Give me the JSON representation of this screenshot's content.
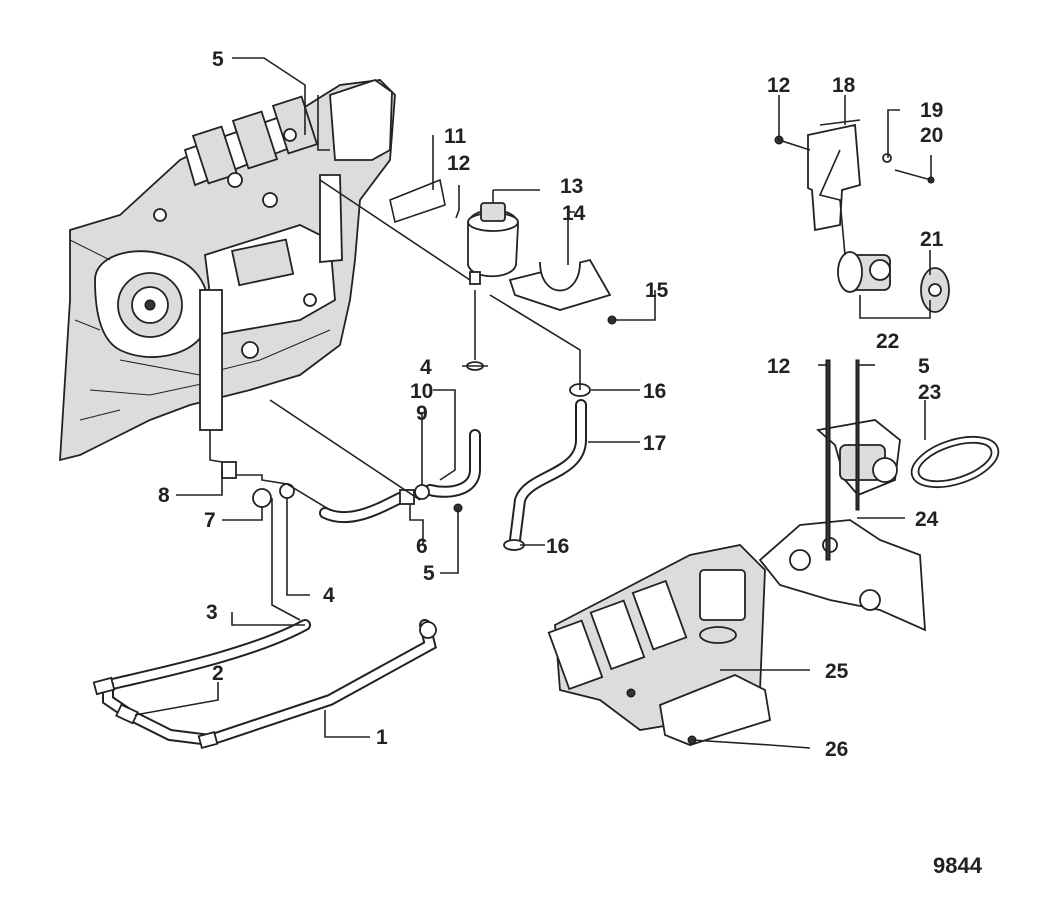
{
  "figure_number": "9844",
  "callouts": [
    {
      "id": "c5a",
      "text": "5"
    },
    {
      "id": "c11",
      "text": "11"
    },
    {
      "id": "c12a",
      "text": "12"
    },
    {
      "id": "c13",
      "text": "13"
    },
    {
      "id": "c14",
      "text": "14"
    },
    {
      "id": "c15",
      "text": "15"
    },
    {
      "id": "c4a",
      "text": "4"
    },
    {
      "id": "c10",
      "text": "10"
    },
    {
      "id": "c9",
      "text": "9"
    },
    {
      "id": "c16a",
      "text": "16"
    },
    {
      "id": "c17",
      "text": "17"
    },
    {
      "id": "c8",
      "text": "8"
    },
    {
      "id": "c7",
      "text": "7"
    },
    {
      "id": "c6",
      "text": "6"
    },
    {
      "id": "c5b",
      "text": "5"
    },
    {
      "id": "c16b",
      "text": "16"
    },
    {
      "id": "c4b",
      "text": "4"
    },
    {
      "id": "c3",
      "text": "3"
    },
    {
      "id": "c2",
      "text": "2"
    },
    {
      "id": "c1",
      "text": "1"
    },
    {
      "id": "c12b",
      "text": "12"
    },
    {
      "id": "c18",
      "text": "18"
    },
    {
      "id": "c19",
      "text": "19"
    },
    {
      "id": "c20",
      "text": "20"
    },
    {
      "id": "c21",
      "text": "21"
    },
    {
      "id": "c22",
      "text": "22"
    },
    {
      "id": "c12c",
      "text": "12"
    },
    {
      "id": "c5c",
      "text": "5"
    },
    {
      "id": "c23",
      "text": "23"
    },
    {
      "id": "c24",
      "text": "24"
    },
    {
      "id": "c25",
      "text": "25"
    },
    {
      "id": "c26",
      "text": "26"
    }
  ]
}
